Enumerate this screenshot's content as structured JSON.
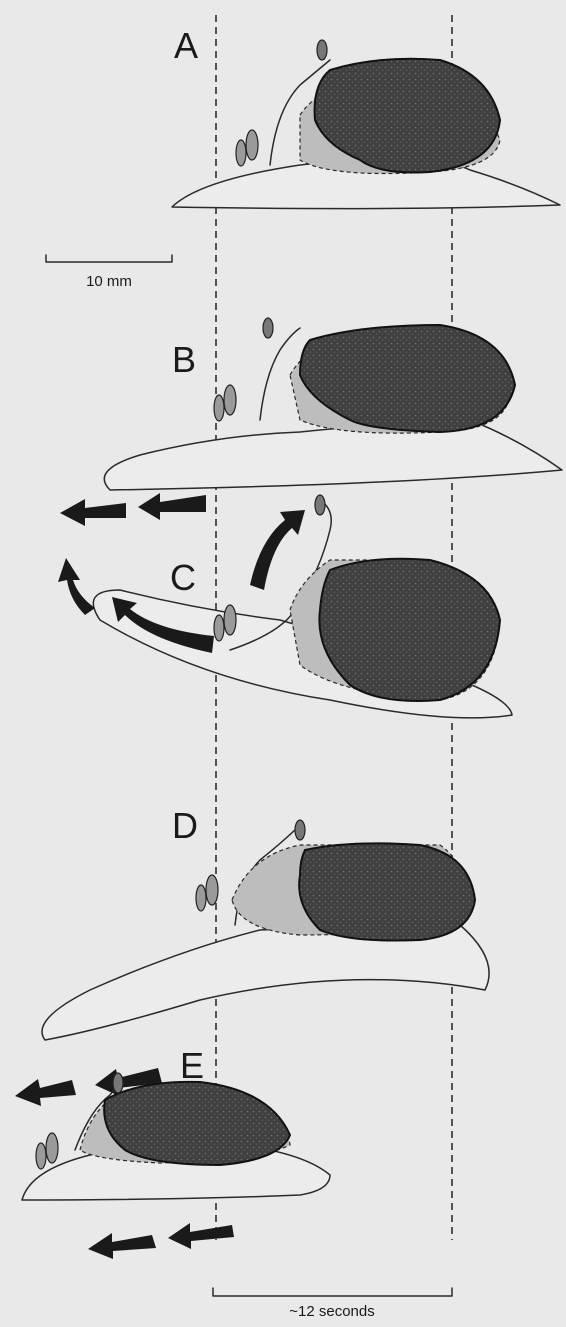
{
  "panels": {
    "a": "A",
    "b": "B",
    "c": "C",
    "d": "D",
    "e": "E"
  },
  "scale_bar": {
    "label": "10 mm"
  },
  "time_bar": {
    "label": "~12 seconds"
  }
}
